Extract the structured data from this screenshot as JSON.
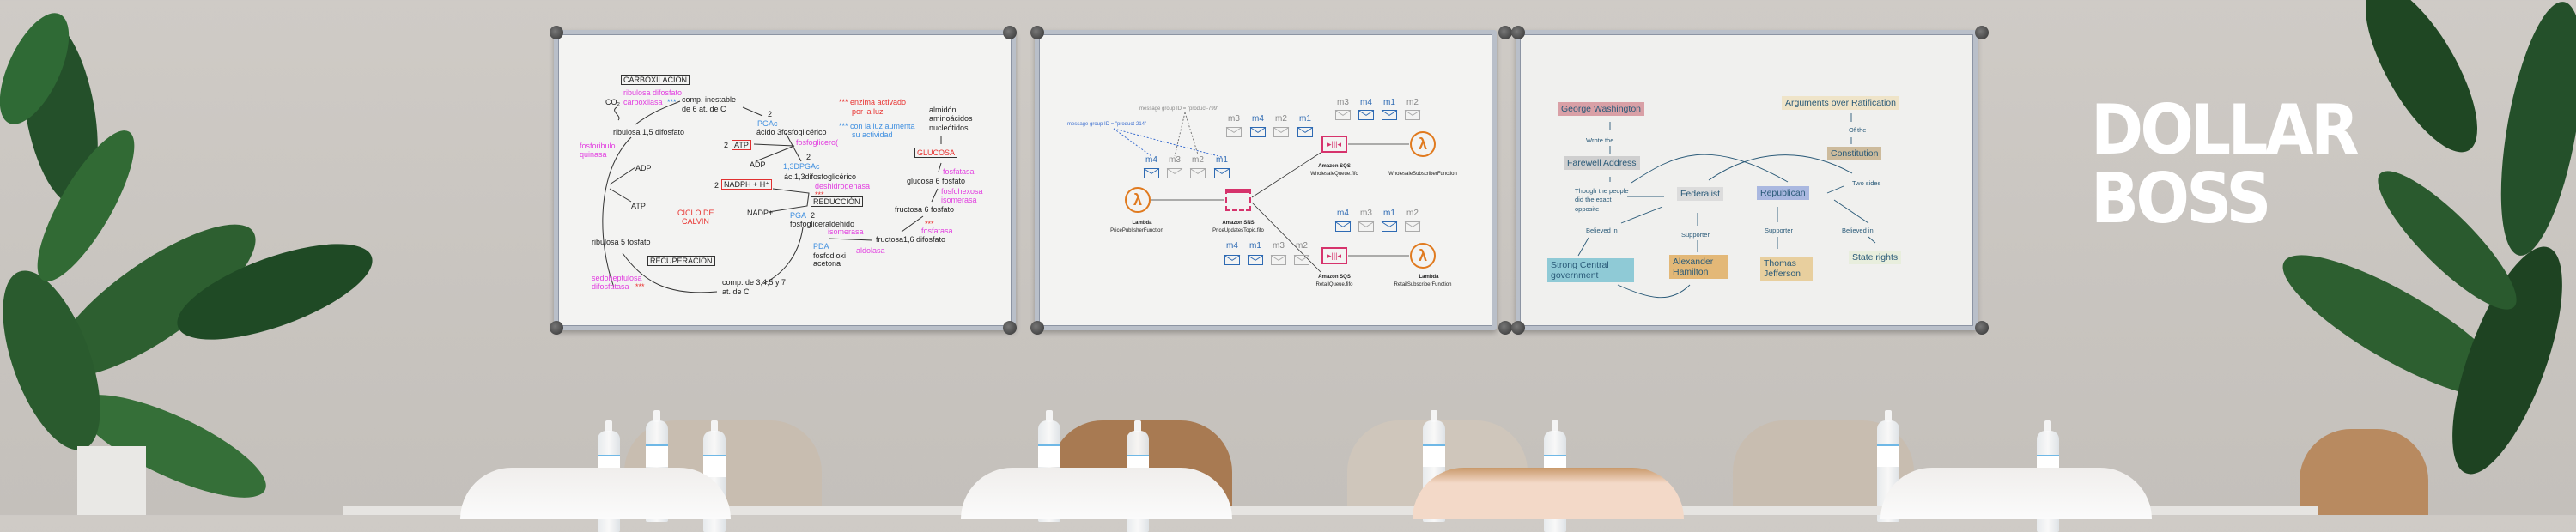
{
  "brand": {
    "logo_text": "DOLLAR BOSS",
    "logo_color": "#ffffff"
  },
  "wall_color": "#cbc7c2",
  "board_calvin": {
    "boxes": {
      "carboxilacion": "CARBOXILACIÓN",
      "atp": "ATP",
      "nadph": "NADPH + H⁺",
      "glucosa": "GLUCOSA",
      "reduccion": "REDUCCIÓN",
      "recuperacion": "RECUPERACIÓN"
    },
    "labels": {
      "ribulosa_difosfato": "ribulosa difosfato",
      "co2": "CO₂",
      "carboxilasa": "carboxilasa",
      "stars": "***",
      "comp_inestable_1": "comp. inestable",
      "comp_inestable_2": "de 6 at. de C",
      "two": "2",
      "pgac": "PGAc",
      "acido_3": "ácido 3fosfoglicérico",
      "ribulosa_15": "ribulosa 1,5 difosfato",
      "enzima_1": "*** enzima activado",
      "enzima_2": "por la luz",
      "luz_1": "*** con la luz aumenta",
      "luz_2": "su actividad",
      "almidon": "almidón",
      "aminoacidos": "aminoácidos",
      "nucleotidos": "nucleótidos",
      "fosforibulo": "fosforibulo",
      "quinasa": "quinasa",
      "fosfoglicero": "fosfoglicero(",
      "adp": "ADP",
      "atp": "ATP",
      "dpgac": "1,3DPGAc",
      "fosfatasa": "fosfatasa",
      "ac_13": "ác.1,3difosfoglicérico",
      "glucosa_6": "glucosa 6 fosfato",
      "deshidrogenasa": "deshidrogenasa",
      "fosfohexosa": "fosfohexosa",
      "isomerasa": "isomerasa",
      "ciclo_1": "CICLO DE",
      "ciclo_2": "CALVIN",
      "nadp": "NADP+",
      "pga": "PGA",
      "fructosa_6": "fructosa 6 fosfato",
      "fosfogliceraldehido": "fosfogliceraldehido",
      "ribulosa_5": "ribulosa 5 fosfato",
      "fructosa_16": "fructosa1,6 difosfato",
      "pda": "PDA",
      "aldolasa": "aldolasa",
      "fosfodioxi": "fosfodioxi",
      "acetona": "acetona",
      "sedoheptulosa": "sedoheptulosa",
      "difosfatasa": "difosfatasa",
      "comp_3457_1": "comp. de 3,4,5 y 7",
      "comp_3457_2": "at. de C"
    }
  },
  "board_aws": {
    "group_799": "message group ID = \"product-799\"",
    "group_214": "message group ID = \"product-214\"",
    "rows": [
      [
        "m4",
        "m3",
        "m2",
        "m1"
      ],
      [
        "m3",
        "m4",
        "m2",
        "m1"
      ],
      [
        "m3",
        "m4",
        "m1",
        "m2"
      ],
      [
        "m4",
        "m3",
        "m1",
        "m2"
      ],
      [
        "m4",
        "m1",
        "m3",
        "m2"
      ]
    ],
    "publisher": {
      "service": "Lambda",
      "name": "PricePublisherFunction"
    },
    "topic": {
      "service": "Amazon SNS",
      "name": "PriceUpdatesTopic.fifo"
    },
    "wholesale_queue": {
      "service": "Amazon SQS",
      "name": "WholesaleQueue.fifo"
    },
    "wholesale_fn": {
      "name": "WholesaleSubscriberFunction"
    },
    "retail_queue": {
      "service": "Amazon SQS",
      "name": "RetailQueue.fifo"
    },
    "retail_fn": {
      "service": "Lambda",
      "name": "RetailSubscriberFunction"
    },
    "lambda_symbol": "λ",
    "colors": {
      "blue": "#2e6ab3",
      "gray": "#aaaaaa",
      "lambda": "#e07a1f",
      "queue": "#d6336c"
    }
  },
  "board_history": {
    "george": "George Washington",
    "wrote": "Wrote the",
    "farewell": "Farewell Address",
    "arguments": "Arguments over Ratification",
    "of_the": "Of the",
    "constitution": "Constitution",
    "two_sides": "Two sides",
    "though_1": "Though the people",
    "though_2": "did the exact",
    "though_3": "opposite",
    "federalist": "Federalist",
    "republican": "Republican",
    "believed_1": "Believed in",
    "supporter_1": "Supporter",
    "supporter_2": "Supporter",
    "believed_2": "Believed in",
    "strong_1": "Strong Central",
    "strong_2": "government",
    "hamilton_1": "Alexander",
    "hamilton_2": "Hamilton",
    "jefferson_1": "Thomas",
    "jefferson_2": "Jefferson",
    "state_rights": "State rights"
  }
}
